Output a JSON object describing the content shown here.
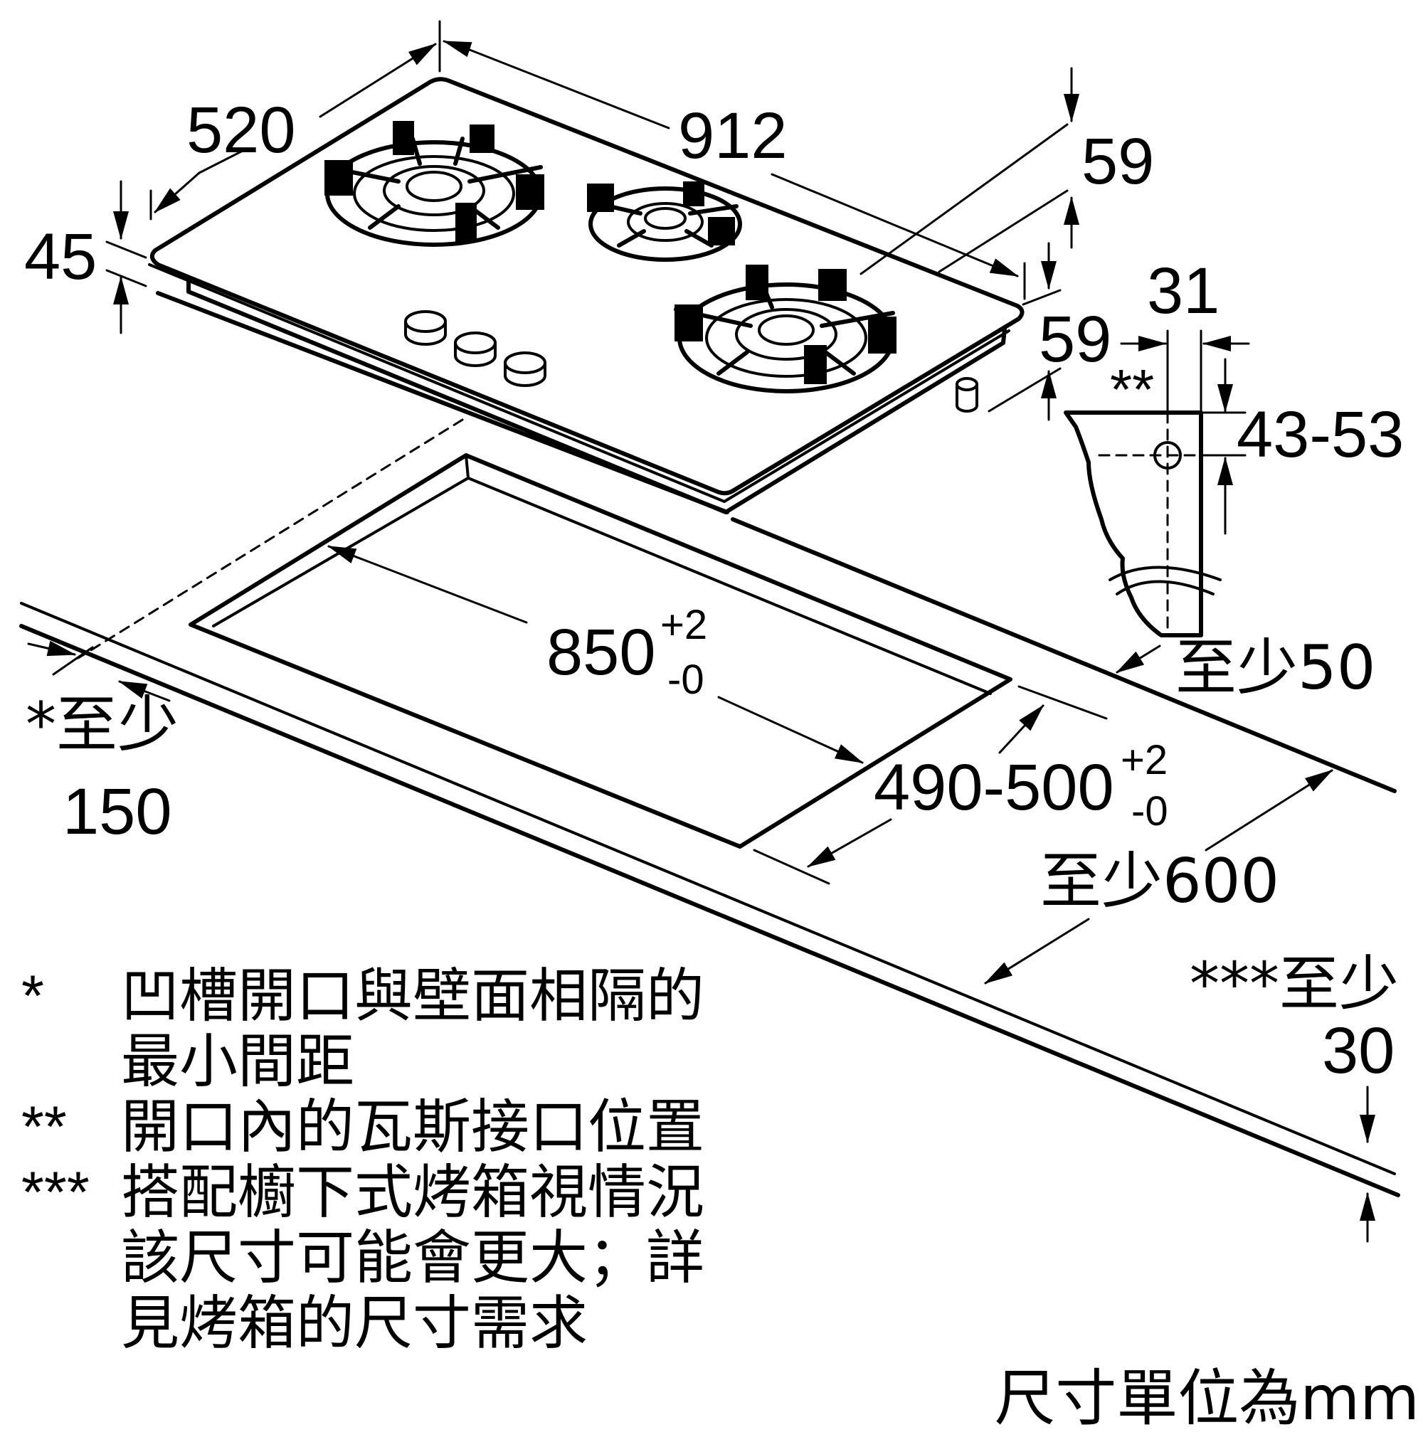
{
  "dimensions": {
    "depth": "520",
    "width": "912",
    "height_left": "45",
    "height_right": "59",
    "height_front": "59",
    "gas_offset": "31",
    "gas_height": "43-53",
    "gas_mark": "**",
    "cutout_width": "850",
    "cutout_width_tol_plus": "+2",
    "cutout_width_tol_minus": "-0",
    "cutout_depth": "490-500",
    "cutout_depth_tol_plus": "+2",
    "cutout_depth_tol_minus": "-0",
    "back_gap": "至少50",
    "worktop_depth": "至少600",
    "wall_gap_line1": "*至少",
    "wall_gap_line2": "150",
    "front_gap_line1": "***至少",
    "front_gap_line2": "30"
  },
  "notes": [
    {
      "mark": "*",
      "lines": [
        "凹槽開口與壁面相隔的",
        "最小間距"
      ]
    },
    {
      "mark": "**",
      "lines": [
        "開口內的瓦斯接口位置"
      ]
    },
    {
      "mark": "***",
      "lines": [
        "搭配櫥下式烤箱視情況",
        "該尺寸可能會更大；詳",
        "見烤箱的尺寸需求"
      ]
    }
  ],
  "unit_note": "尺寸單位為mm"
}
